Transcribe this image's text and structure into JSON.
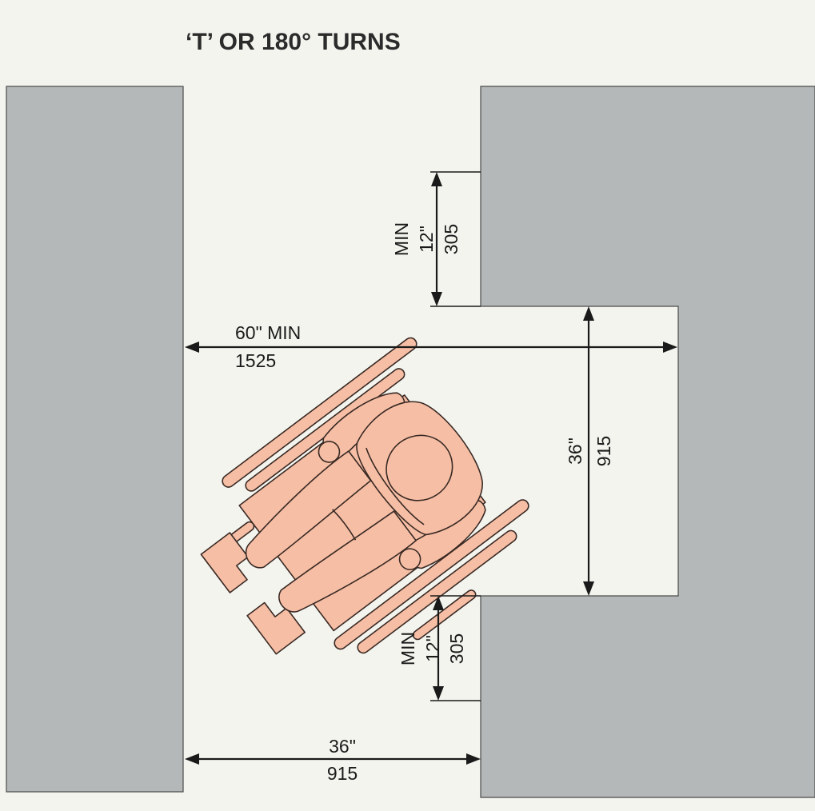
{
  "title": "‘T’ OR 180° TURNS",
  "colors": {
    "page_background": "#f4f4ef",
    "wall": "#b4b8b9",
    "wall_edge": "#4a4a4a",
    "figure": "#f6bea5",
    "figure_outline": "#3a2a24",
    "dimension_line": "#1a1a1a"
  },
  "figure": {
    "subject": "wheelchair-user-top-view",
    "icon_name": "wheelchair-user-icon"
  },
  "dimensions": {
    "corridor_width": {
      "imperial": "60\" MIN",
      "metric": "1525"
    },
    "alcove_depth": {
      "imperial": "36\"",
      "metric": "915"
    },
    "upper_clearance": {
      "label": "MIN",
      "imperial": "12\"",
      "metric": "305"
    },
    "lower_clearance": {
      "label": "MIN",
      "imperial": "12\"",
      "metric": "305"
    },
    "bottom_width": {
      "imperial": "36\"",
      "metric": "915"
    }
  }
}
